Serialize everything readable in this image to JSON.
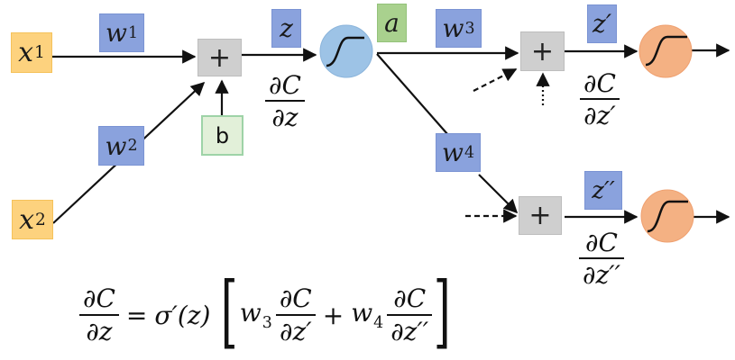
{
  "diagram": {
    "title": "Backpropagation through a neuron",
    "inputs": [
      {
        "id": "x1",
        "label": "x",
        "sub": "1"
      },
      {
        "id": "x2",
        "label": "x",
        "sub": "2"
      }
    ],
    "weights": [
      {
        "id": "w1",
        "label": "w",
        "sub": "1"
      },
      {
        "id": "w2",
        "label": "w",
        "sub": "2"
      },
      {
        "id": "w3",
        "label": "w",
        "sub": "3"
      },
      {
        "id": "w4",
        "label": "w",
        "sub": "4"
      }
    ],
    "bias": {
      "label": "b"
    },
    "sum_symbol": "+",
    "pre_activations": {
      "z": "z",
      "z_prime": "z′",
      "z_double_prime": "z′′"
    },
    "activation": {
      "label": "a"
    },
    "neuron_colors": {
      "hidden": "#9dc3e6",
      "output": "#f4b183"
    },
    "box_colors": {
      "input": "#fdd27e",
      "weight": "#8aa2dd",
      "sum": "#cfcfcf",
      "bias": "#e2f0d9",
      "activation": "#a9d18e"
    },
    "gradients": {
      "dC_dz": {
        "num": "∂C",
        "den": "∂z"
      },
      "dC_dz_prime": {
        "num": "∂C",
        "den": "∂z′"
      },
      "dC_dz_double_prime": {
        "num": "∂C",
        "den": "∂z′′"
      }
    }
  },
  "equation": {
    "lhs": {
      "num": "∂C",
      "den": "∂z"
    },
    "equals": "=",
    "sigma_prime": "σ′(z)",
    "left_bracket": "[",
    "term1_weight": "w",
    "term1_weight_sub": "3",
    "term1_frac": {
      "num": "∂C",
      "den": "∂z′"
    },
    "plus": "+",
    "term2_weight": "w",
    "term2_weight_sub": "4",
    "term2_frac": {
      "num": "∂C",
      "den": "∂z′′"
    },
    "right_bracket": "]"
  }
}
